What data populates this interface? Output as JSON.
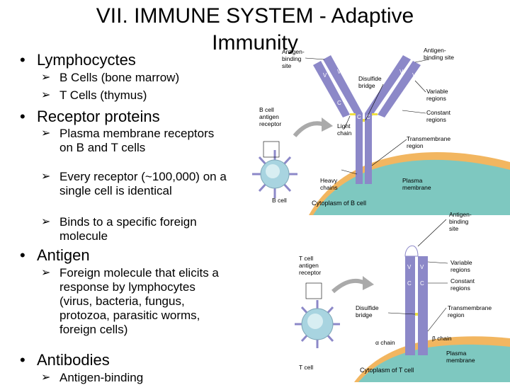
{
  "title": {
    "line1": "VII.  IMMUNE SYSTEM - Adaptive",
    "line2": "Immunity"
  },
  "bullets": [
    {
      "label": "Lymphocyctes",
      "subs": [
        "B Cells (bone marrow)",
        "T Cells (thymus)"
      ]
    },
    {
      "label": "Receptor proteins",
      "subs": [
        "Plasma membrane receptors on B and T cells",
        "Every receptor (~100,000) on a single cell is identical",
        "Binds to a specific foreign molecule"
      ]
    },
    {
      "label": "Antigen",
      "subs": [
        "Foreign molecule that elicits a response by lymphocytes (virus, bacteria, fungus, protozoa, parasitic worms, foreign cells)"
      ]
    },
    {
      "label": "Antibodies",
      "subs": [
        "Antigen-binding"
      ]
    }
  ],
  "bcell_figure": {
    "labels": {
      "antigen_binding_site_left": [
        "Antigen-",
        "binding",
        "site"
      ],
      "antigen_binding_site_right": [
        "Antigen-",
        "binding site"
      ],
      "disulfide_bridge": [
        "Disulfide",
        "bridge"
      ],
      "variable_regions": [
        "Variable",
        "regions"
      ],
      "constant_regions": [
        "Constant",
        "regions"
      ],
      "light_chain": [
        "Light",
        "chain"
      ],
      "transmembrane_region": [
        "Transmembrane",
        "region"
      ],
      "heavy_chains": [
        "Heavy",
        "chains"
      ],
      "plasma_membrane": [
        "Plasma",
        "membrane"
      ],
      "cytoplasm": "Cytoplasm of B cell",
      "receptor": [
        "B cell",
        "antigen",
        "receptor"
      ],
      "cell": "B cell",
      "v": "V",
      "c": "C"
    }
  },
  "tcell_figure": {
    "labels": {
      "antigen_binding_site": [
        "Antigen-",
        "binding",
        "site"
      ],
      "receptor": [
        "T cell",
        "antigen",
        "receptor"
      ],
      "variable_regions": [
        "Variable",
        "regions"
      ],
      "constant_regions": [
        "Constant",
        "regions"
      ],
      "transmembrane_region": [
        "Transmembrane",
        "region"
      ],
      "disulfide_bridge": [
        "Disulfide",
        "bridge"
      ],
      "alpha_chain": "α chain",
      "beta_chain": "β chain",
      "plasma_membrane": [
        "Plasma",
        "membrane"
      ],
      "cytoplasm": "Cytoplasm of T cell",
      "cell": "T cell",
      "v": "V",
      "c": "C"
    }
  },
  "colors": {
    "chain": "#8c88c8",
    "membrane": "#f2b660",
    "cytoplasm": "#7ec8c0",
    "bridge": "#f0e040",
    "cell": "#a8d4e0"
  }
}
